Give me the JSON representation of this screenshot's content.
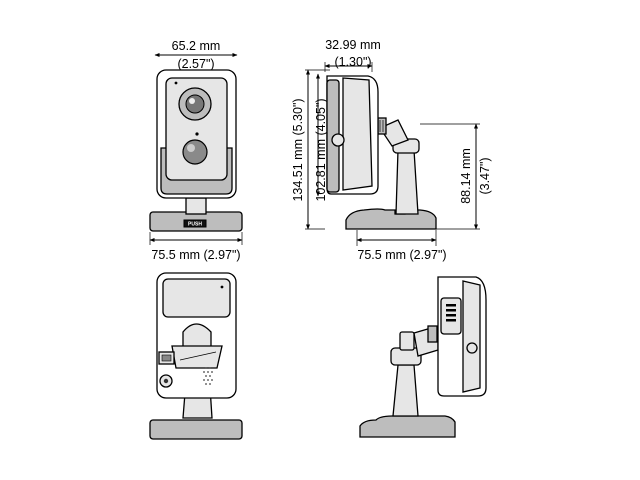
{
  "front_view": {
    "width_label": "65.2 mm",
    "width_inch_label": "(2.57\")",
    "base_width_label": "75.5 mm (2.97\")",
    "push_label": "PUSH"
  },
  "side_view": {
    "depth_label": "32.99 mm",
    "depth_inch_label": "(1.30\")",
    "total_height_label": "134.51 mm (5.30\")",
    "body_height_label": "102.81 mm (4.05\")",
    "bracket_height_label": "88.14 mm",
    "bracket_height_inch_label": "(3.47\")",
    "base_depth_label": "75.5 mm (2.97\")"
  }
}
